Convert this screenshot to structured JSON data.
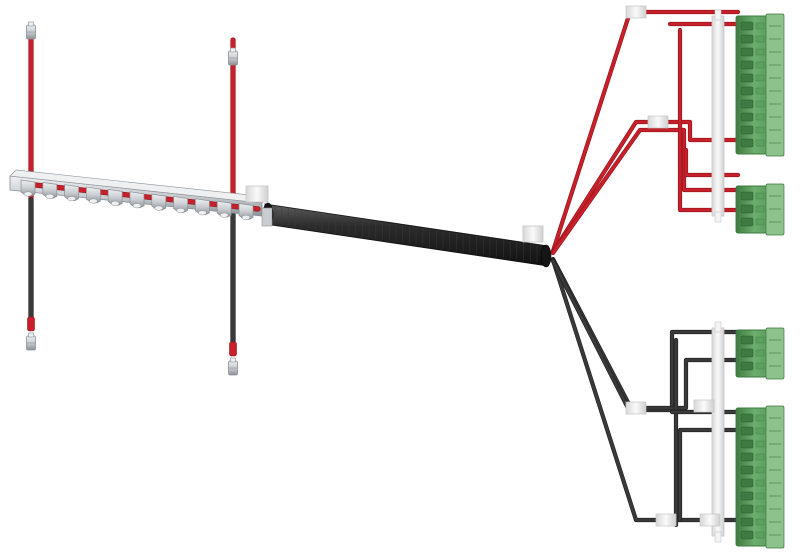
{
  "colors": {
    "background": "#ffffff",
    "wire_red": "#c8202a",
    "wire_red_dark": "#8e141c",
    "wire_black": "#3a3a3a",
    "wire_black_dark": "#1c1c1c",
    "sleeve": "#262626",
    "sleeve_highlight": "#6a6a6a",
    "metal": "#c9cdd1",
    "metal_dark": "#8c9196",
    "metal_light": "#eef0f2",
    "connector_green": "#5fa060",
    "connector_green_dark": "#3e7a42",
    "connector_green_light": "#8cc28c",
    "label_white": "#f4f4f4",
    "label_edge": "#c6c6c6"
  },
  "icons": {
    "ferrule": "ferrule-icon",
    "clamp": "busbar-clip-icon",
    "connector": "terminal-block-icon"
  },
  "diagram": {
    "busbar_clips": 11,
    "ferrule_leads": 4,
    "connector_blocks": [
      {
        "group": "red",
        "pins": 10
      },
      {
        "group": "red",
        "pins": 3
      },
      {
        "group": "black",
        "pins": 3
      },
      {
        "group": "black",
        "pins": 10
      }
    ]
  }
}
